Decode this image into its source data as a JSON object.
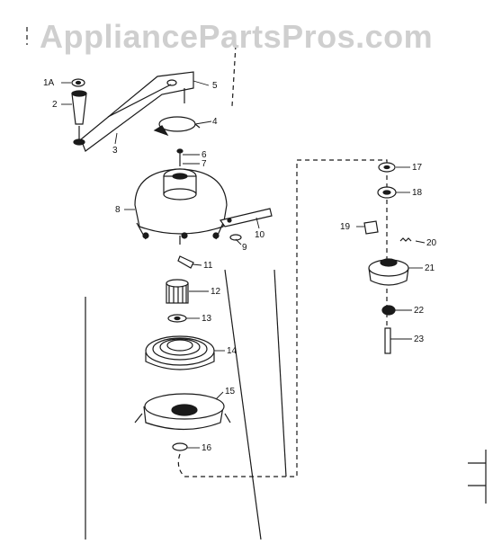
{
  "watermark": {
    "text": "AppliancePartsPros.com"
  },
  "diagram": {
    "parts": [
      {
        "id": "1A"
      },
      {
        "id": "2"
      },
      {
        "id": "3"
      },
      {
        "id": "4"
      },
      {
        "id": "5"
      },
      {
        "id": "6"
      },
      {
        "id": "7"
      },
      {
        "id": "8"
      },
      {
        "id": "9"
      },
      {
        "id": "10"
      },
      {
        "id": "11"
      },
      {
        "id": "12"
      },
      {
        "id": "13"
      },
      {
        "id": "14"
      },
      {
        "id": "15"
      },
      {
        "id": "16"
      },
      {
        "id": "17"
      },
      {
        "id": "18"
      },
      {
        "id": "19"
      },
      {
        "id": "20"
      },
      {
        "id": "21"
      },
      {
        "id": "22"
      },
      {
        "id": "23"
      }
    ]
  },
  "colors": {
    "ink": "#1a1a1a",
    "watermark": "#cfcfcf",
    "background": "#ffffff"
  }
}
